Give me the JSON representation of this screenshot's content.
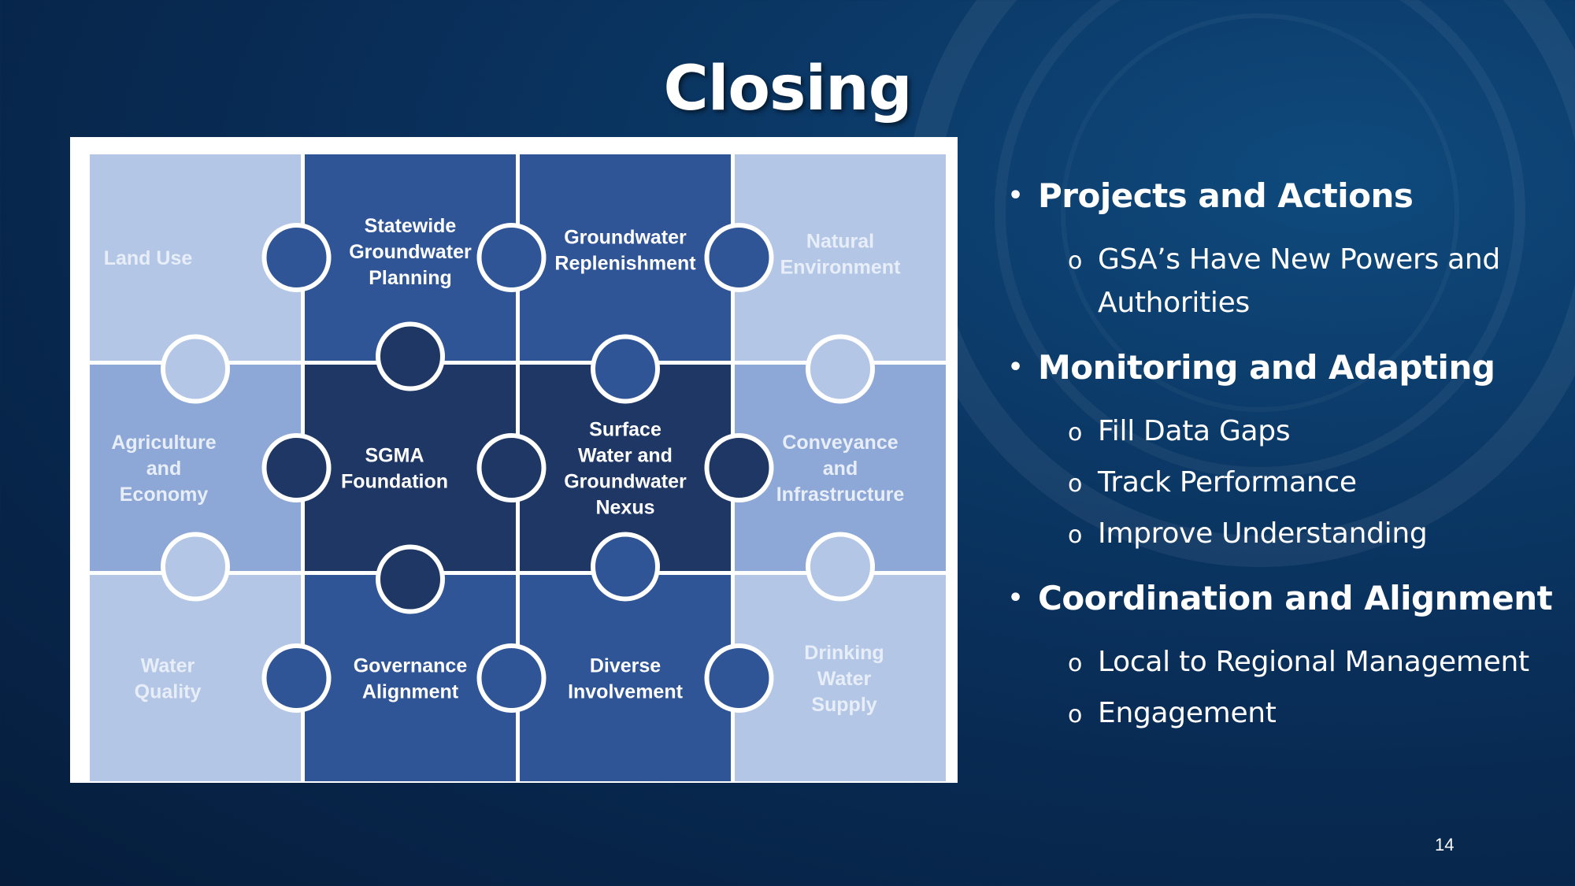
{
  "slide": {
    "title": "Closing",
    "page_number": "14"
  },
  "puzzle": {
    "colors": {
      "light": "#b3c6e6",
      "mid": "#8da7d6",
      "dark": "#2f5596",
      "darkest": "#1f3764",
      "light_text": "#e8eef8",
      "dark_text": "#ffffff"
    },
    "pieces": [
      {
        "label": [
          "Land Use"
        ],
        "shade": "light"
      },
      {
        "label": [
          "Statewide",
          "Groundwater",
          "Planning"
        ],
        "shade": "dark"
      },
      {
        "label": [
          "Groundwater",
          "Replenishment"
        ],
        "shade": "dark"
      },
      {
        "label": [
          "Natural",
          "Environment"
        ],
        "shade": "light"
      },
      {
        "label": [
          "Agriculture",
          "and",
          "Economy"
        ],
        "shade": "mid"
      },
      {
        "label": [
          "SGMA",
          "Foundation"
        ],
        "shade": "darkest"
      },
      {
        "label": [
          "Surface",
          "Water and",
          "Groundwater",
          "Nexus"
        ],
        "shade": "darkest"
      },
      {
        "label": [
          "Conveyance",
          "and",
          "Infrastructure"
        ],
        "shade": "mid"
      },
      {
        "label": [
          "Water",
          "Quality"
        ],
        "shade": "light"
      },
      {
        "label": [
          "Governance",
          "Alignment"
        ],
        "shade": "dark"
      },
      {
        "label": [
          "Diverse",
          "Involvement"
        ],
        "shade": "dark"
      },
      {
        "label": [
          "Drinking",
          "Water",
          "Supply"
        ],
        "shade": "light"
      }
    ]
  },
  "bullets": [
    {
      "text": "Projects and Actions",
      "subs": [
        "GSA’s Have New Powers and Authorities"
      ]
    },
    {
      "text": "Monitoring and Adapting",
      "subs": [
        "Fill Data Gaps",
        "Track Performance",
        "Improve Understanding"
      ]
    },
    {
      "text": "Coordination and Alignment",
      "subs": [
        "Local to Regional Management",
        "Engagement"
      ]
    }
  ]
}
